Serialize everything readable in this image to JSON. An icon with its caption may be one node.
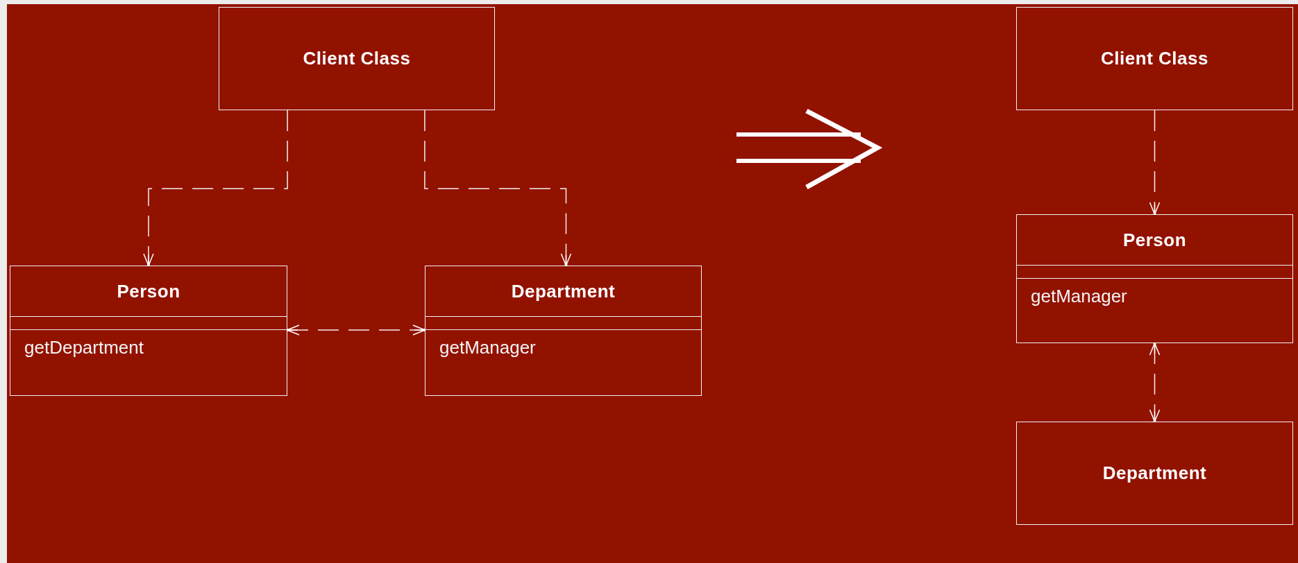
{
  "diagram": {
    "nodes": [
      {
        "text": [
          "Client Class"
        ]
      },
      {
        "text": [
          "Person",
          "getDepartment"
        ]
      },
      {
        "text": [
          "Department",
          "getManager"
        ]
      },
      {
        "text": [
          "Client Class"
        ]
      },
      {
        "text": [
          "Person",
          "getManager"
        ]
      },
      {
        "text": [
          "Department"
        ]
      }
    ],
    "edges": [
      {
        "from": 0,
        "to": 1,
        "arrow": "to",
        "style": "dashed"
      },
      {
        "from": 0,
        "to": 2,
        "arrow": "to",
        "style": "dashed"
      },
      {
        "from": 1,
        "to": 2,
        "arrow": "both",
        "style": "dashed"
      },
      {
        "from": 3,
        "to": 4,
        "arrow": "to",
        "style": "dashed"
      },
      {
        "from": 4,
        "to": 5,
        "arrow": "both",
        "style": "dashed"
      }
    ]
  }
}
